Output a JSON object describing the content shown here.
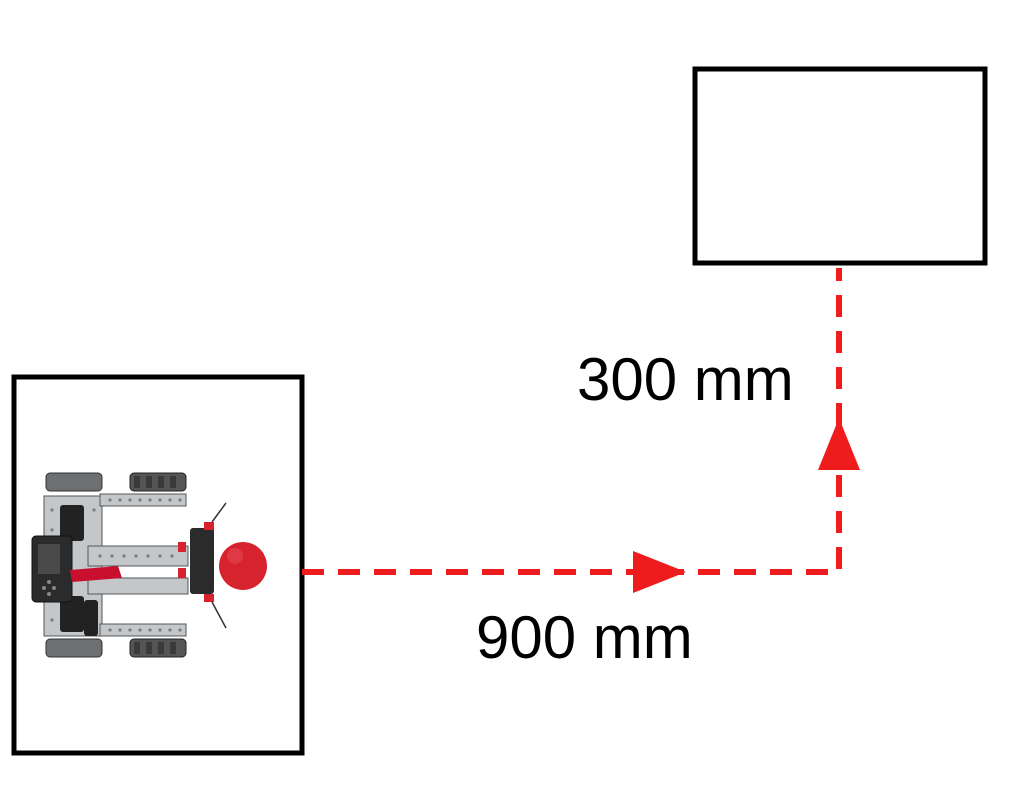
{
  "diagram": {
    "segments": [
      {
        "direction": "right",
        "distance_label": "900 mm"
      },
      {
        "direction": "up",
        "distance_label": "300 mm"
      }
    ]
  },
  "colors": {
    "path": "#ee1c1c",
    "outline": "#000000",
    "robot_frame": "#b9bcbf",
    "robot_dark": "#2a2a2a",
    "ball": "#d7232e"
  },
  "icons": [
    "robot-icon",
    "ball-icon",
    "arrow-right-icon",
    "arrow-up-icon"
  ]
}
